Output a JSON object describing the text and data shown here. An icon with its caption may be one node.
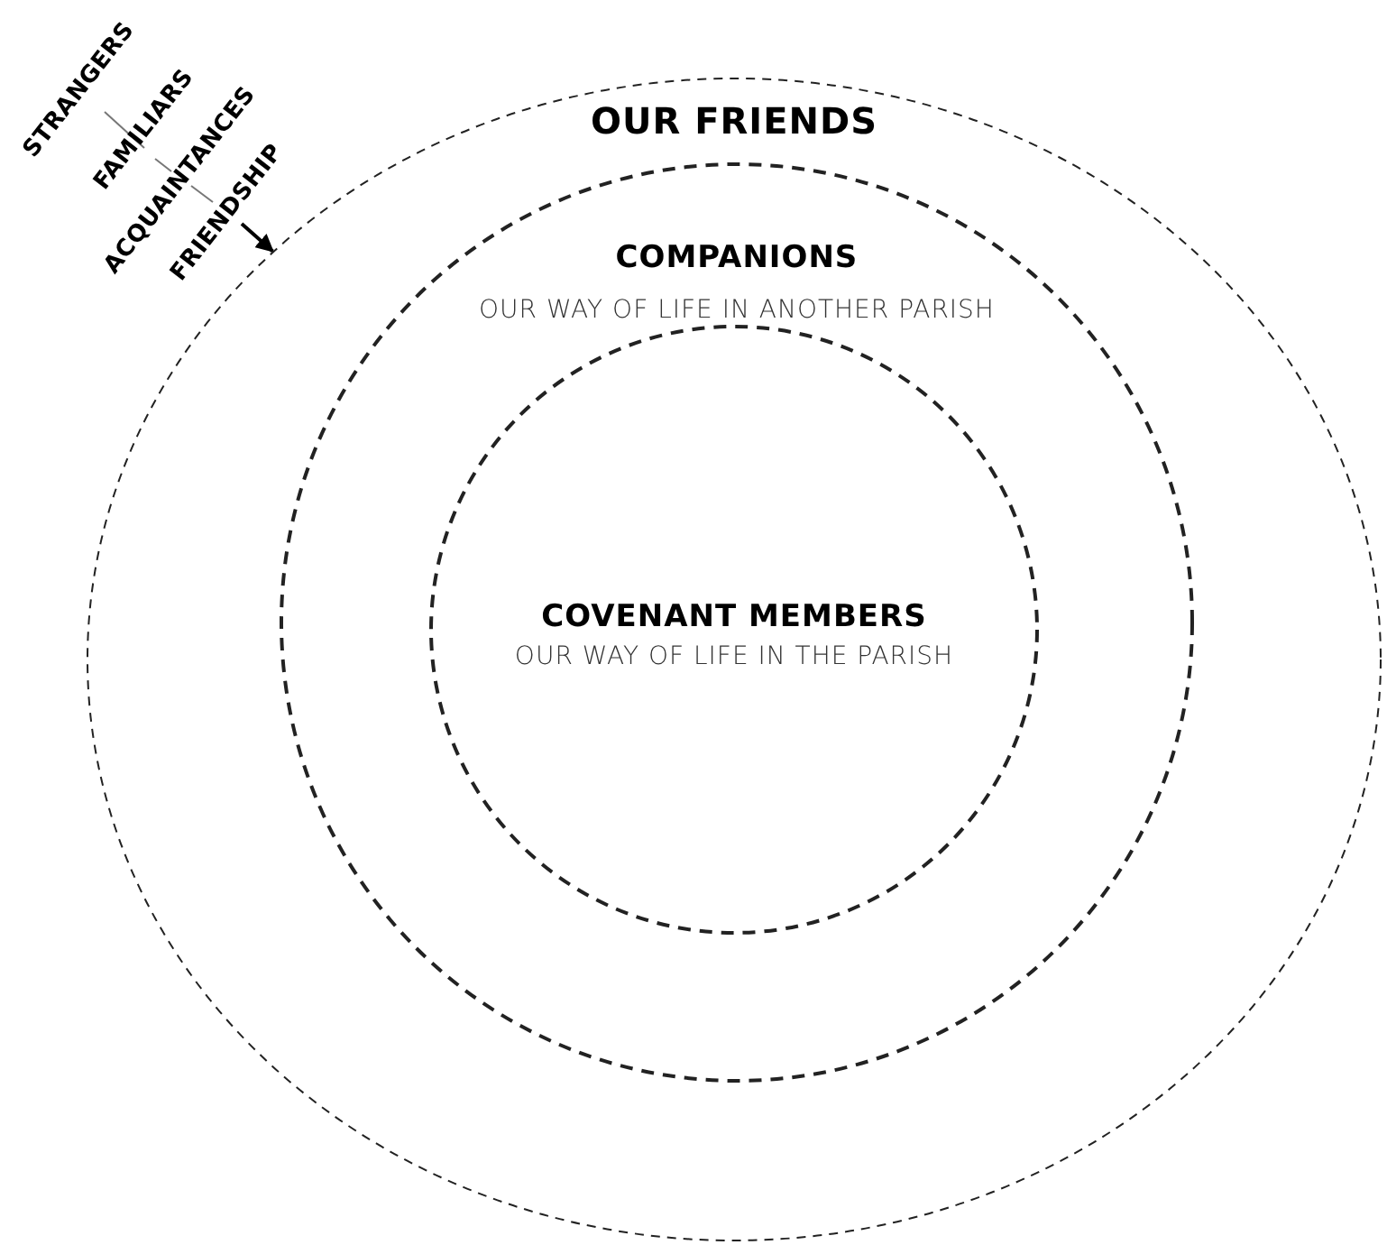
{
  "diagram": {
    "nodes": [
      {
        "text": [
          "OUR FRIENDS"
        ]
      },
      {
        "text": [
          "COMPANIONS",
          "OUR WAY OF LIFE IN ANOTHER PARISH"
        ],
        "in": 0
      },
      {
        "text": [
          "COVENANT MEMBERS",
          "OUR WAY OF LIFE IN THE PARISH"
        ],
        "in": 1
      },
      {
        "text": [
          "STRANGERS"
        ]
      },
      {
        "text": [
          "FAMILIARS"
        ]
      },
      {
        "text": [
          "ACQUAINTANCES"
        ]
      },
      {
        "text": [
          "FRIENDSHIP"
        ]
      }
    ],
    "edges": [
      {
        "from": 3,
        "to": 4,
        "arrow": "none"
      },
      {
        "from": 4,
        "to": 5,
        "arrow": "none"
      },
      {
        "from": 5,
        "to": 6,
        "arrow": "none"
      },
      {
        "from": 6,
        "to": 0,
        "arrow": "to",
        "color": "#000000"
      }
    ]
  }
}
